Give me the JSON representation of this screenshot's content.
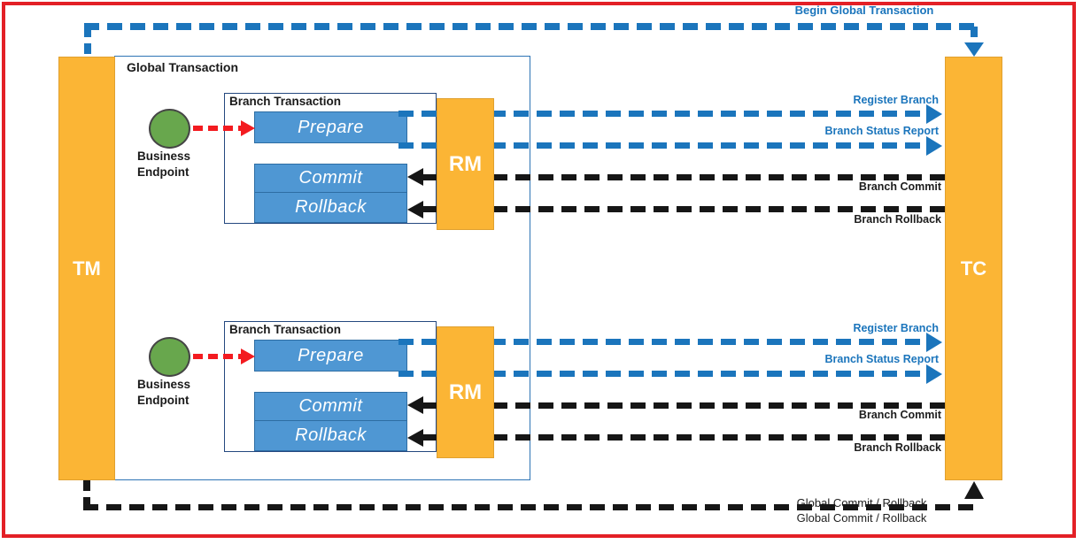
{
  "actors": {
    "tm": "TM",
    "tc": "TC"
  },
  "global_box": {
    "label": "Global Transaction"
  },
  "branches": [
    {
      "title": "Branch Transaction",
      "endpoint": "Business Endpoint",
      "prepare": "Prepare",
      "commit": "Commit",
      "rollback": "Rollback",
      "rm": "RM",
      "register": "Register Branch",
      "status_report": "Branch Status Report",
      "branch_commit": "Branch Commit",
      "branch_rollback": "Branch Rollback"
    },
    {
      "title": "Branch Transaction",
      "endpoint": "Business Endpoint",
      "prepare": "Prepare",
      "commit": "Commit",
      "rollback": "Rollback",
      "rm": "RM",
      "register": "Register Branch",
      "status_report": "Branch Status Report",
      "branch_commit": "Branch Commit",
      "branch_rollback": "Branch Rollback"
    }
  ],
  "top_flow": {
    "label": "Begin Global Transaction"
  },
  "bottom_flow": {
    "label": "Global Commit / Rollback",
    "overlap_label": "Global Commit / Rollback"
  },
  "colors": {
    "frame_red": "#E32026",
    "bar_orange": "#FBB535",
    "step_blue": "#4F97D3",
    "step_border": "#2D6DA3",
    "dash_blue": "#1B75BC",
    "dash_black": "#161616",
    "arrow_red": "#F31B20",
    "endpoint_green": "#68A74D",
    "global_border": "#2E74B5",
    "branch_border": "#24487F",
    "label_blue": "#1B75BC"
  }
}
